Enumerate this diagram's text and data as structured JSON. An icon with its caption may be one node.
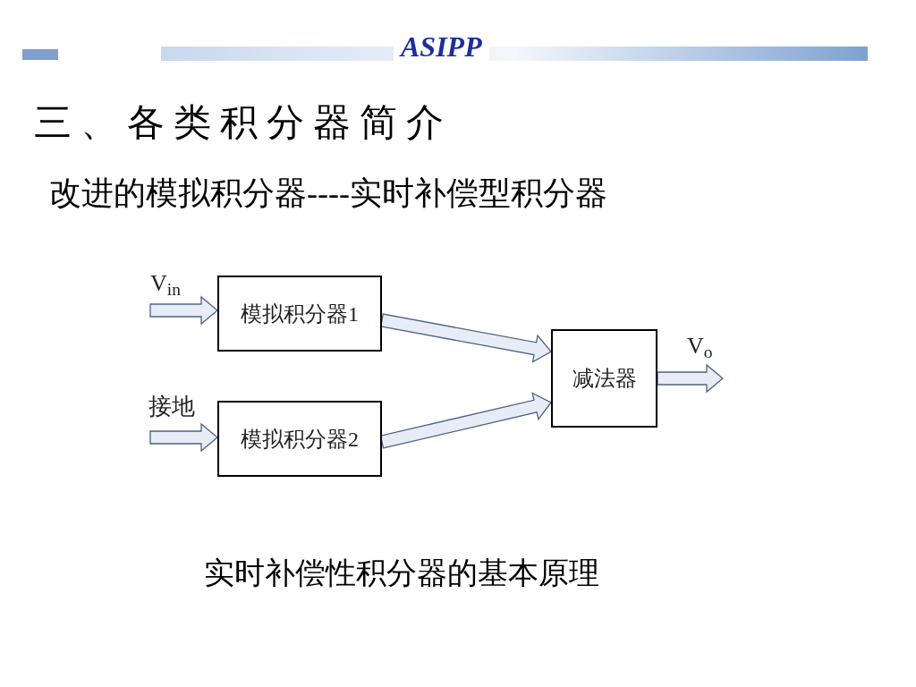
{
  "diagram": {
    "title": "三、各类积分器简介",
    "caption": "实时补偿性积分器的基本原理",
    "nodes": [
      {
        "text": [
          "模拟积分器1"
        ]
      },
      {
        "text": [
          "模拟积分器2"
        ]
      },
      {
        "text": [
          "减法器"
        ]
      }
    ],
    "edges": [
      {
        "from": null,
        "to": 0,
        "arrow": "to",
        "label": "V$_{in}$"
      },
      {
        "from": null,
        "to": 1,
        "arrow": "to",
        "label": "接地"
      },
      {
        "from": 0,
        "to": 2,
        "arrow": "to"
      },
      {
        "from": 1,
        "to": 2,
        "arrow": "to"
      },
      {
        "from": 2,
        "to": null,
        "arrow": "to",
        "label": "V$_{o}$"
      }
    ],
    "labels": [
      "ASIPP",
      "改进的模拟积分器----实时补偿型积分器"
    ]
  }
}
